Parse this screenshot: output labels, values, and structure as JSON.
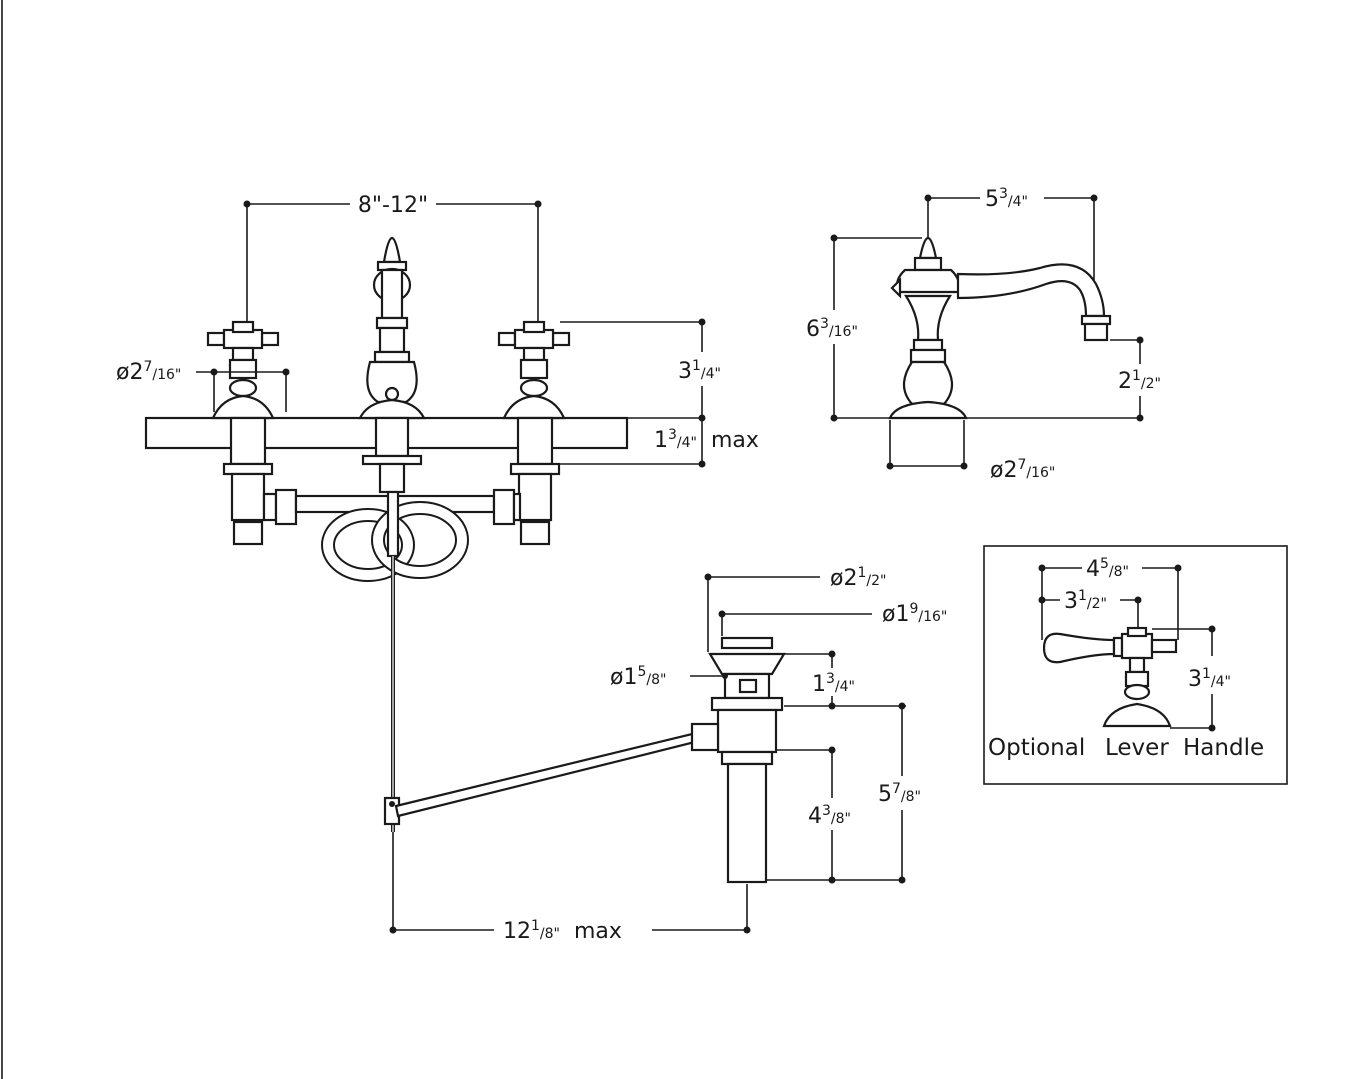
{
  "front_view": {
    "spread": "8\"-12\"",
    "handle_diameter": {
      "prefix": "ø2",
      "sup": "7",
      "sub": "/16\""
    },
    "handle_height": {
      "whole": "3",
      "sup": "1",
      "sub": "/4\""
    },
    "deck_thickness": {
      "whole": "1",
      "sup": "3",
      "sub": "/4\"",
      "suffix": "max"
    },
    "rod_length": {
      "whole": "12",
      "sup": "1",
      "sub": "/8\"",
      "suffix": "max"
    }
  },
  "side_view": {
    "reach": {
      "whole": "5",
      "sup": "3",
      "sub": "/4\""
    },
    "height": {
      "whole": "6",
      "sup": "3",
      "sub": "/16\""
    },
    "spout_height": {
      "whole": "2",
      "sup": "1",
      "sub": "/2\""
    },
    "base_diameter": {
      "prefix": "ø2",
      "sup": "7",
      "sub": "/16\""
    }
  },
  "drain": {
    "flange_diameter": {
      "prefix": "ø2",
      "sup": "1",
      "sub": "/2\""
    },
    "cap_diameter": {
      "prefix": "ø1",
      "sup": "9",
      "sub": "/16\""
    },
    "body_diameter": {
      "prefix": "ø1",
      "sup": "5",
      "sub": "/8\""
    },
    "flange_to_rod": {
      "whole": "1",
      "sup": "3",
      "sub": "/4\""
    },
    "rod_to_bottom": {
      "whole": "4",
      "sup": "3",
      "sub": "/8\""
    },
    "total_length": {
      "whole": "5",
      "sup": "7",
      "sub": "/8\""
    }
  },
  "lever_inset": {
    "overall": {
      "whole": "4",
      "sup": "5",
      "sub": "/8\""
    },
    "lever_reach": {
      "whole": "3",
      "sup": "1",
      "sub": "/2\""
    },
    "height": {
      "whole": "3",
      "sup": "1",
      "sub": "/4\""
    },
    "caption_words": [
      "Optional",
      "Lever",
      "Handle"
    ]
  }
}
